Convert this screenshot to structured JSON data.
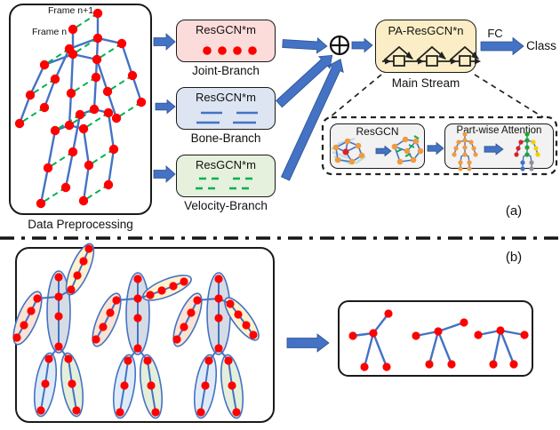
{
  "panel_a": {
    "tag": "(a)",
    "preprocessing": {
      "frame_label_top": "Frame n+1",
      "frame_label_bottom": "Frame n",
      "caption": "Data Preprocessing"
    },
    "branches": [
      {
        "title": "ResGCN*m",
        "caption": "Joint-Branch"
      },
      {
        "title": "ResGCN*m",
        "caption": "Bone-Branch"
      },
      {
        "title": "ResGCN*m",
        "caption": "Velocity-Branch"
      }
    ],
    "main_stream": {
      "title": "PA-ResGCN*n",
      "caption": "Main Stream"
    },
    "fc_label": "FC",
    "class_label": "Class",
    "detail": {
      "resgcn_title": "ResGCN",
      "attention_title": "Part-wise Attention"
    }
  },
  "panel_b": {
    "tag": "(b)"
  },
  "colors": {
    "arrow_blue": "#4472C4",
    "arrow_blue_dark": "#2F528F",
    "joint_red": "#FF0000",
    "bone_blue": "#4472C4",
    "velocity_green": "#00B050",
    "joint_branch_fill": "#FBDCDA",
    "bone_branch_fill": "#DDE5F3",
    "velocity_branch_fill": "#E5F0DD",
    "main_stream_fill": "#FBEEC6",
    "detail_box_fill": "#F2F2F2",
    "part_torso_fill": "#D6DCE5",
    "part_left_arm_fill": "#FAE3D4",
    "part_right_arm_fill": "#FDF2CE",
    "part_left_leg_fill": "#DEEBF7",
    "part_right_leg_fill": "#E3EFDB",
    "node_orange": "#F09B3E"
  }
}
